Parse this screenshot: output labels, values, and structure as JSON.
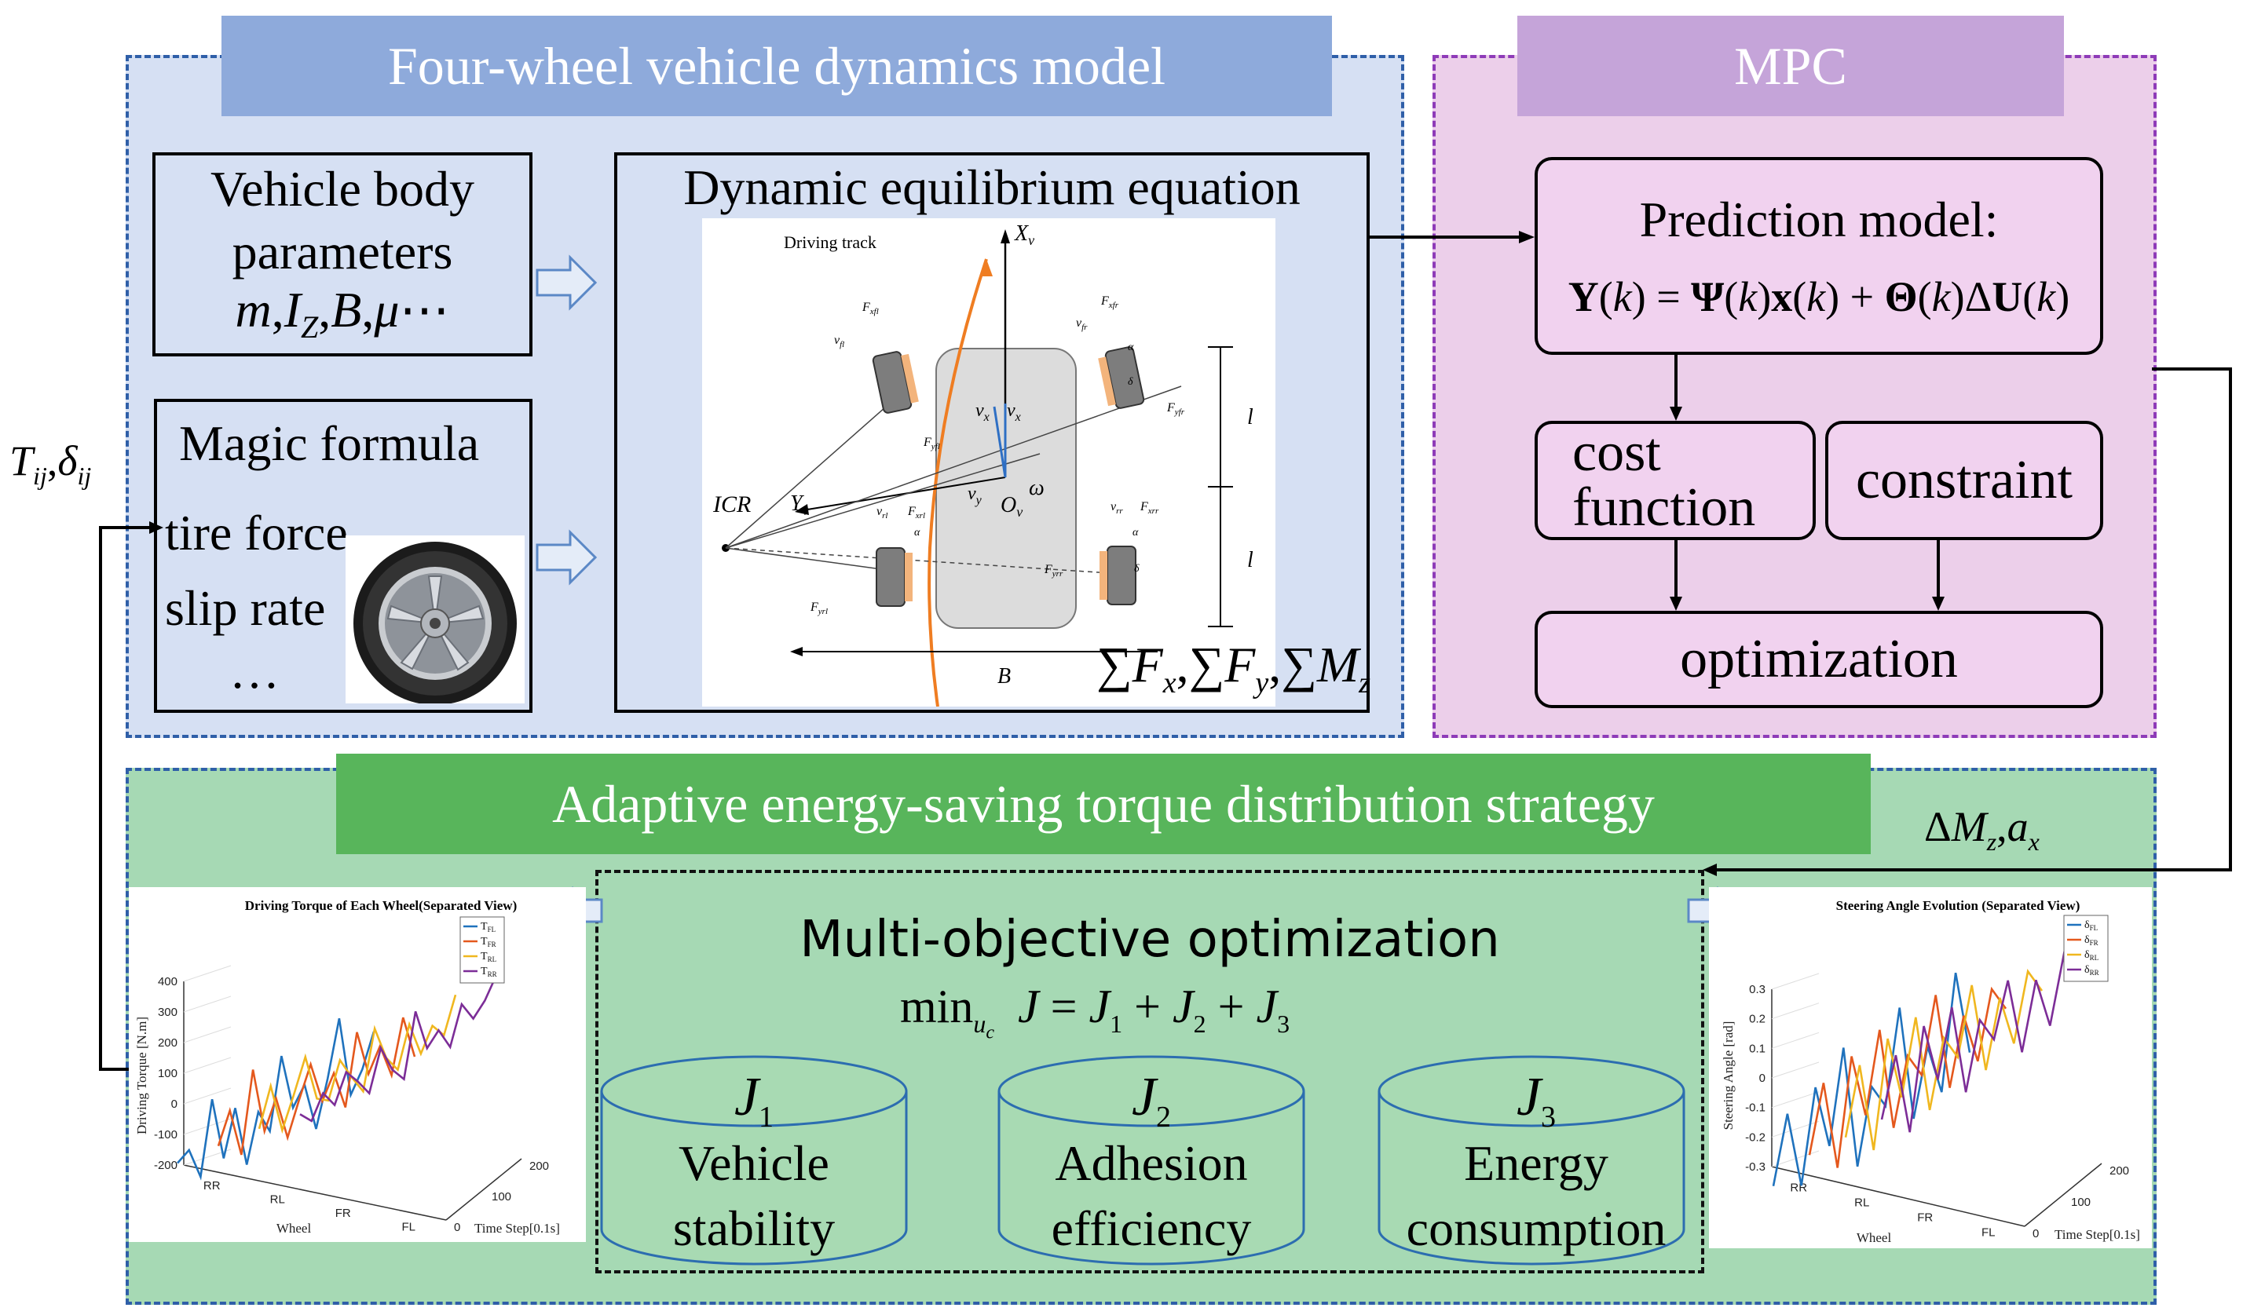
{
  "colors": {
    "top_left_bg": "#d6e0f3",
    "top_left_border": "#2f5fa8",
    "top_left_banner": "#8eaadb",
    "top_right_bg": "#eccfea",
    "top_right_border": "#8e3bb8",
    "top_right_banner": "#c5a4d9",
    "bottom_bg": "#a6d9b4",
    "bottom_border": "#2f5fa8",
    "bottom_banner": "#58b55b",
    "cylinder_fill": "#a8dab3",
    "cylinder_stroke": "#2c6db0",
    "arrow_fill": "#e4ecf8",
    "arrow_stroke": "#5b88c6",
    "orange_track": "#ef7d22",
    "series_colors": [
      "#1f72bd",
      "#e4581d",
      "#f0b71f",
      "#7c2d97"
    ]
  },
  "dynamics": {
    "banner": "Four-wheel vehicle dynamics model",
    "vehicle_body": {
      "line1": "Vehicle body",
      "line2": "parameters",
      "formula": "m,I_Z,B,μ⋯",
      "m": "m",
      "comma": ",",
      "I": "I",
      "Z": "Z",
      "B": "B",
      "mu": "μ",
      "dots": "⋯"
    },
    "magic_formula": {
      "title": "Magic formula",
      "line1": "tire force",
      "line2": "slip rate",
      "dots": "…"
    },
    "equilibrium": {
      "title": "Dynamic equilibrium equation",
      "sums": "∑F_x,∑F_y,∑M_z",
      "sum": "∑",
      "F": "F",
      "M": "M",
      "x": "x",
      "y": "y",
      "z": "z",
      "comma": ","
    },
    "vehicle_labels": {
      "driving_track": "Driving track",
      "Xv": "X",
      "Yv": "Y",
      "v_sub": "v",
      "ICR": "ICR",
      "Ov": "O",
      "omega": "ω",
      "vy": "v",
      "vx": "v",
      "x_sub": "x",
      "y_sub": "y",
      "l": "l",
      "B": "B",
      "F": "F",
      "v": "v",
      "sub_xfl": "xfl",
      "sub_fl": "fl",
      "sub_yfl": "yfl",
      "sub_xfr": "xfr",
      "sub_fr": "fr",
      "sub_yfr": "yfr",
      "sub_xrl": "xrl",
      "sub_rl": "rl",
      "sub_yrl": "yrl",
      "sub_xrr": "xrr",
      "sub_rr": "rr",
      "sub_yrr": "yrr",
      "alpha": "α",
      "delta": "δ"
    }
  },
  "mpc": {
    "banner": "MPC",
    "prediction_title": "Prediction model:",
    "equation": "Y(k) = Ψ(k)x(k) + Θ(k)ΔU(k)",
    "eq_Y": "Y",
    "eq_k": "k",
    "eq_Psi": "Ψ",
    "eq_x": "x",
    "eq_Theta": "Θ",
    "eq_Delta": "Δ",
    "eq_U": "U",
    "eq_eq": "=",
    "eq_plus": "+",
    "eq_lp": "(",
    "eq_rp": ")",
    "cost_line1": "cost",
    "cost_line2": "function",
    "constraint": "constraint",
    "optimization": "optimization"
  },
  "inputs": {
    "T": "T",
    "ij": "ij",
    "comma": ",",
    "delta": "δ"
  },
  "outputs": {
    "Delta": "Δ",
    "M": "M",
    "z": "z",
    "comma": ",",
    "a": "a",
    "x": "x"
  },
  "strategy": {
    "banner": "Adaptive energy-saving torque distribution strategy",
    "moo_title": "Multi-objective optimization",
    "objective": "min_{u_c}  J = J_1 + J_2 + J_3",
    "obj_min": "min",
    "obj_u": "u",
    "obj_c": "c",
    "obj_J": "J",
    "obj_eq": "=",
    "obj_plus": "+",
    "obj_1": "1",
    "obj_2": "2",
    "obj_3": "3",
    "cylinders": [
      {
        "J": "J",
        "sub": "1",
        "line1": "Vehicle",
        "line2": "stability"
      },
      {
        "J": "J",
        "sub": "2",
        "line1": "Adhesion",
        "line2": "efficiency"
      },
      {
        "J": "J",
        "sub": "3",
        "line1": "Energy",
        "line2": "consumption"
      }
    ]
  },
  "chart_data": [
    {
      "type": "line",
      "title": "Driving Torque of Each Wheel(Separated View)",
      "zlabel": "Driving Torque [N.m]",
      "xlabel": "Time Step[0.1s]",
      "ylabel": "Wheel",
      "zlim": [
        -200,
        400
      ],
      "z_ticks": [
        "400",
        "300",
        "200",
        "100",
        "0",
        "-100",
        "-200"
      ],
      "x_ticks": [
        "0",
        "100",
        "200"
      ],
      "wheel_ticks": [
        "RR",
        "RL",
        "FR",
        "FL"
      ],
      "legend": [
        "T",
        "T",
        "T",
        "T"
      ],
      "legend_subs": [
        "FL",
        "FR",
        "RL",
        "RR"
      ],
      "series": [
        {
          "name": "T_FL",
          "values": [
            10,
            40,
            -90,
            200,
            -60,
            120,
            -130,
            60,
            -40,
            240,
            10,
            80,
            -120,
            60,
            280,
            -50,
            30,
            160
          ]
        },
        {
          "name": "T_FR",
          "values": [
            60,
            180,
            -20,
            300,
            30,
            140,
            -40,
            90,
            210,
            40,
            130,
            -30,
            250,
            60,
            150,
            10,
            220,
            40
          ]
        },
        {
          "name": "T_RL",
          "values": [
            110,
            260,
            60,
            180,
            310,
            120,
            90,
            230,
            140,
            60,
            290,
            150,
            80,
            240,
            100,
            190,
            130,
            270
          ]
        },
        {
          "name": "T_RR",
          "values": [
            150,
            100,
            190,
            120,
            230,
            170,
            100,
            260,
            150,
            90,
            340,
            170,
            220,
            130,
            280,
            200,
            250,
            330
          ]
        }
      ]
    },
    {
      "type": "line",
      "title": "Steering Angle Evolution (Separated View)",
      "zlabel": "Steering Angle [rad]",
      "xlabel": "Time Step[0.1s]",
      "ylabel": "Wheel",
      "zlim": [
        -0.3,
        0.3
      ],
      "z_ticks": [
        "0.3",
        "0.2",
        "0.1",
        "0",
        "-0.1",
        "-0.2",
        "-0.3"
      ],
      "x_ticks": [
        "0",
        "100",
        "200"
      ],
      "wheel_ticks": [
        "RR",
        "RL",
        "FR",
        "FL"
      ],
      "legend": [
        "δ",
        "δ",
        "δ",
        "δ"
      ],
      "legend_subs": [
        "FL",
        "FR",
        "RL",
        "RR"
      ],
      "series": [
        {
          "name": "δ_FL",
          "values": [
            -0.2,
            0.05,
            -0.25,
            0.1,
            -0.15,
            0.2,
            -0.28,
            0.0,
            -0.1,
            0.25,
            -0.2,
            0.05,
            -0.15,
            0.28,
            -0.05
          ]
        },
        {
          "name": "δ_FR",
          "values": [
            -0.1,
            0.15,
            -0.2,
            0.2,
            -0.05,
            0.25,
            -0.15,
            0.1,
            0.0,
            0.28,
            -0.1,
            0.15,
            -0.05,
            0.2,
            0.1
          ]
        },
        {
          "name": "δ_RL",
          "values": [
            -0.05,
            0.2,
            -0.15,
            0.25,
            0.0,
            0.28,
            -0.1,
            0.15,
            0.05,
            0.3,
            -0.05,
            0.2,
            0.0,
            0.25,
            0.15
          ]
        },
        {
          "name": "δ_RR",
          "values": [
            0.0,
            0.22,
            -0.1,
            0.28,
            0.05,
            0.3,
            -0.05,
            0.2,
            0.1,
            0.3,
            0.0,
            0.25,
            0.05,
            0.3,
            0.2
          ]
        }
      ]
    }
  ]
}
